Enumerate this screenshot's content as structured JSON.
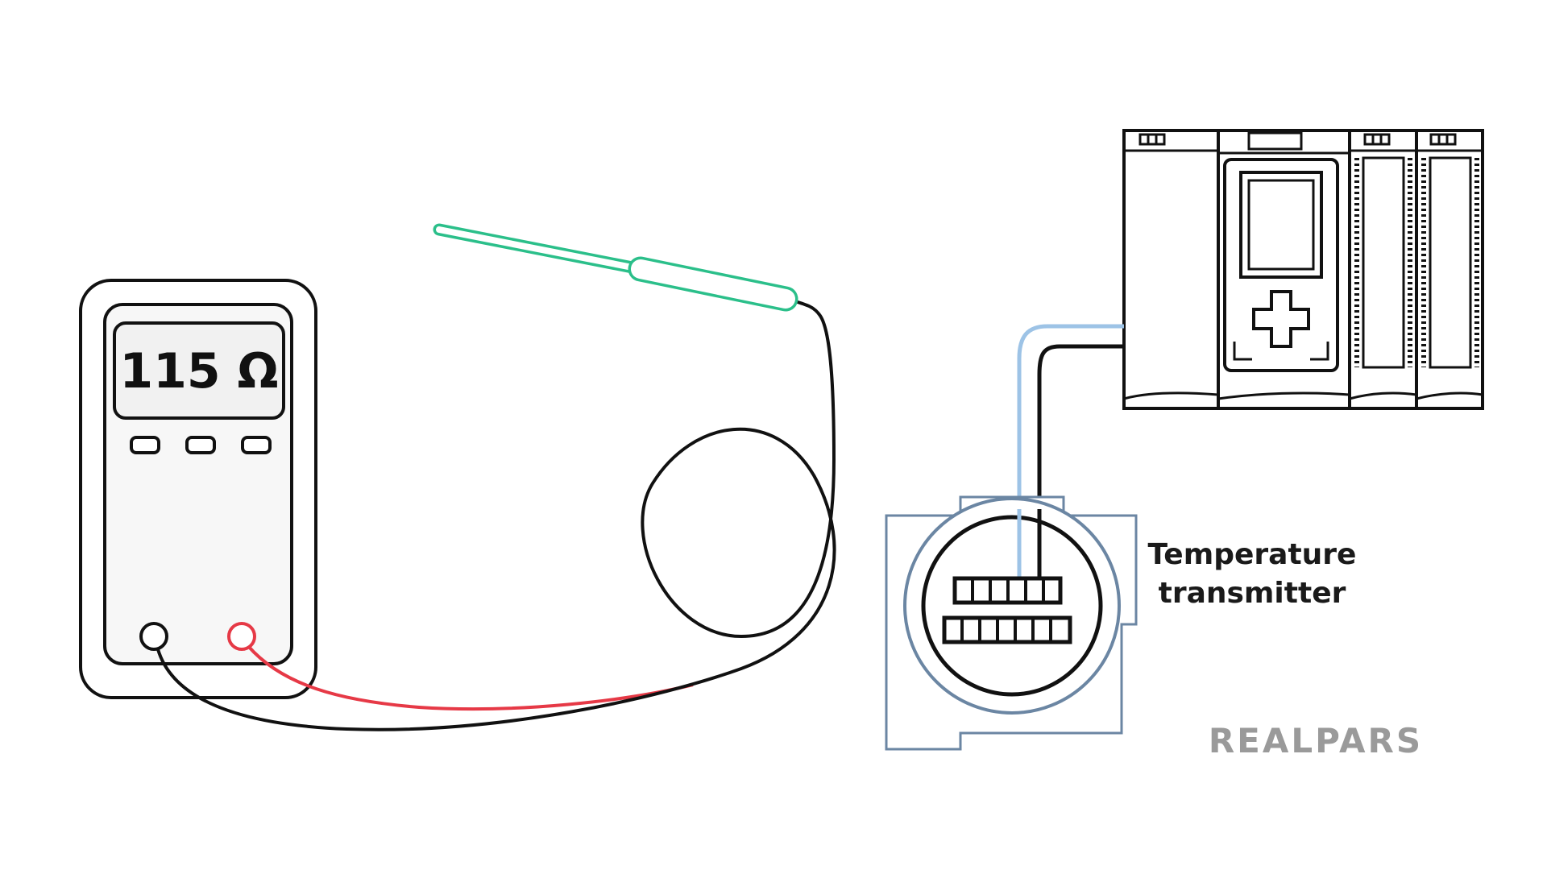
{
  "multimeter": {
    "reading": "115 Ω"
  },
  "transmitter": {
    "label_line1": "Temperature",
    "label_line2": "transmitter"
  },
  "brand": {
    "logo_text": "REALPARS"
  },
  "colors": {
    "probe": "#2bbf8a",
    "red_lead": "#e63946",
    "black_lead": "#111111",
    "signal_wire_blue": "#9dc3e6",
    "transmitter_housing": "#6b86a3",
    "logo": "#9a9a9a"
  }
}
